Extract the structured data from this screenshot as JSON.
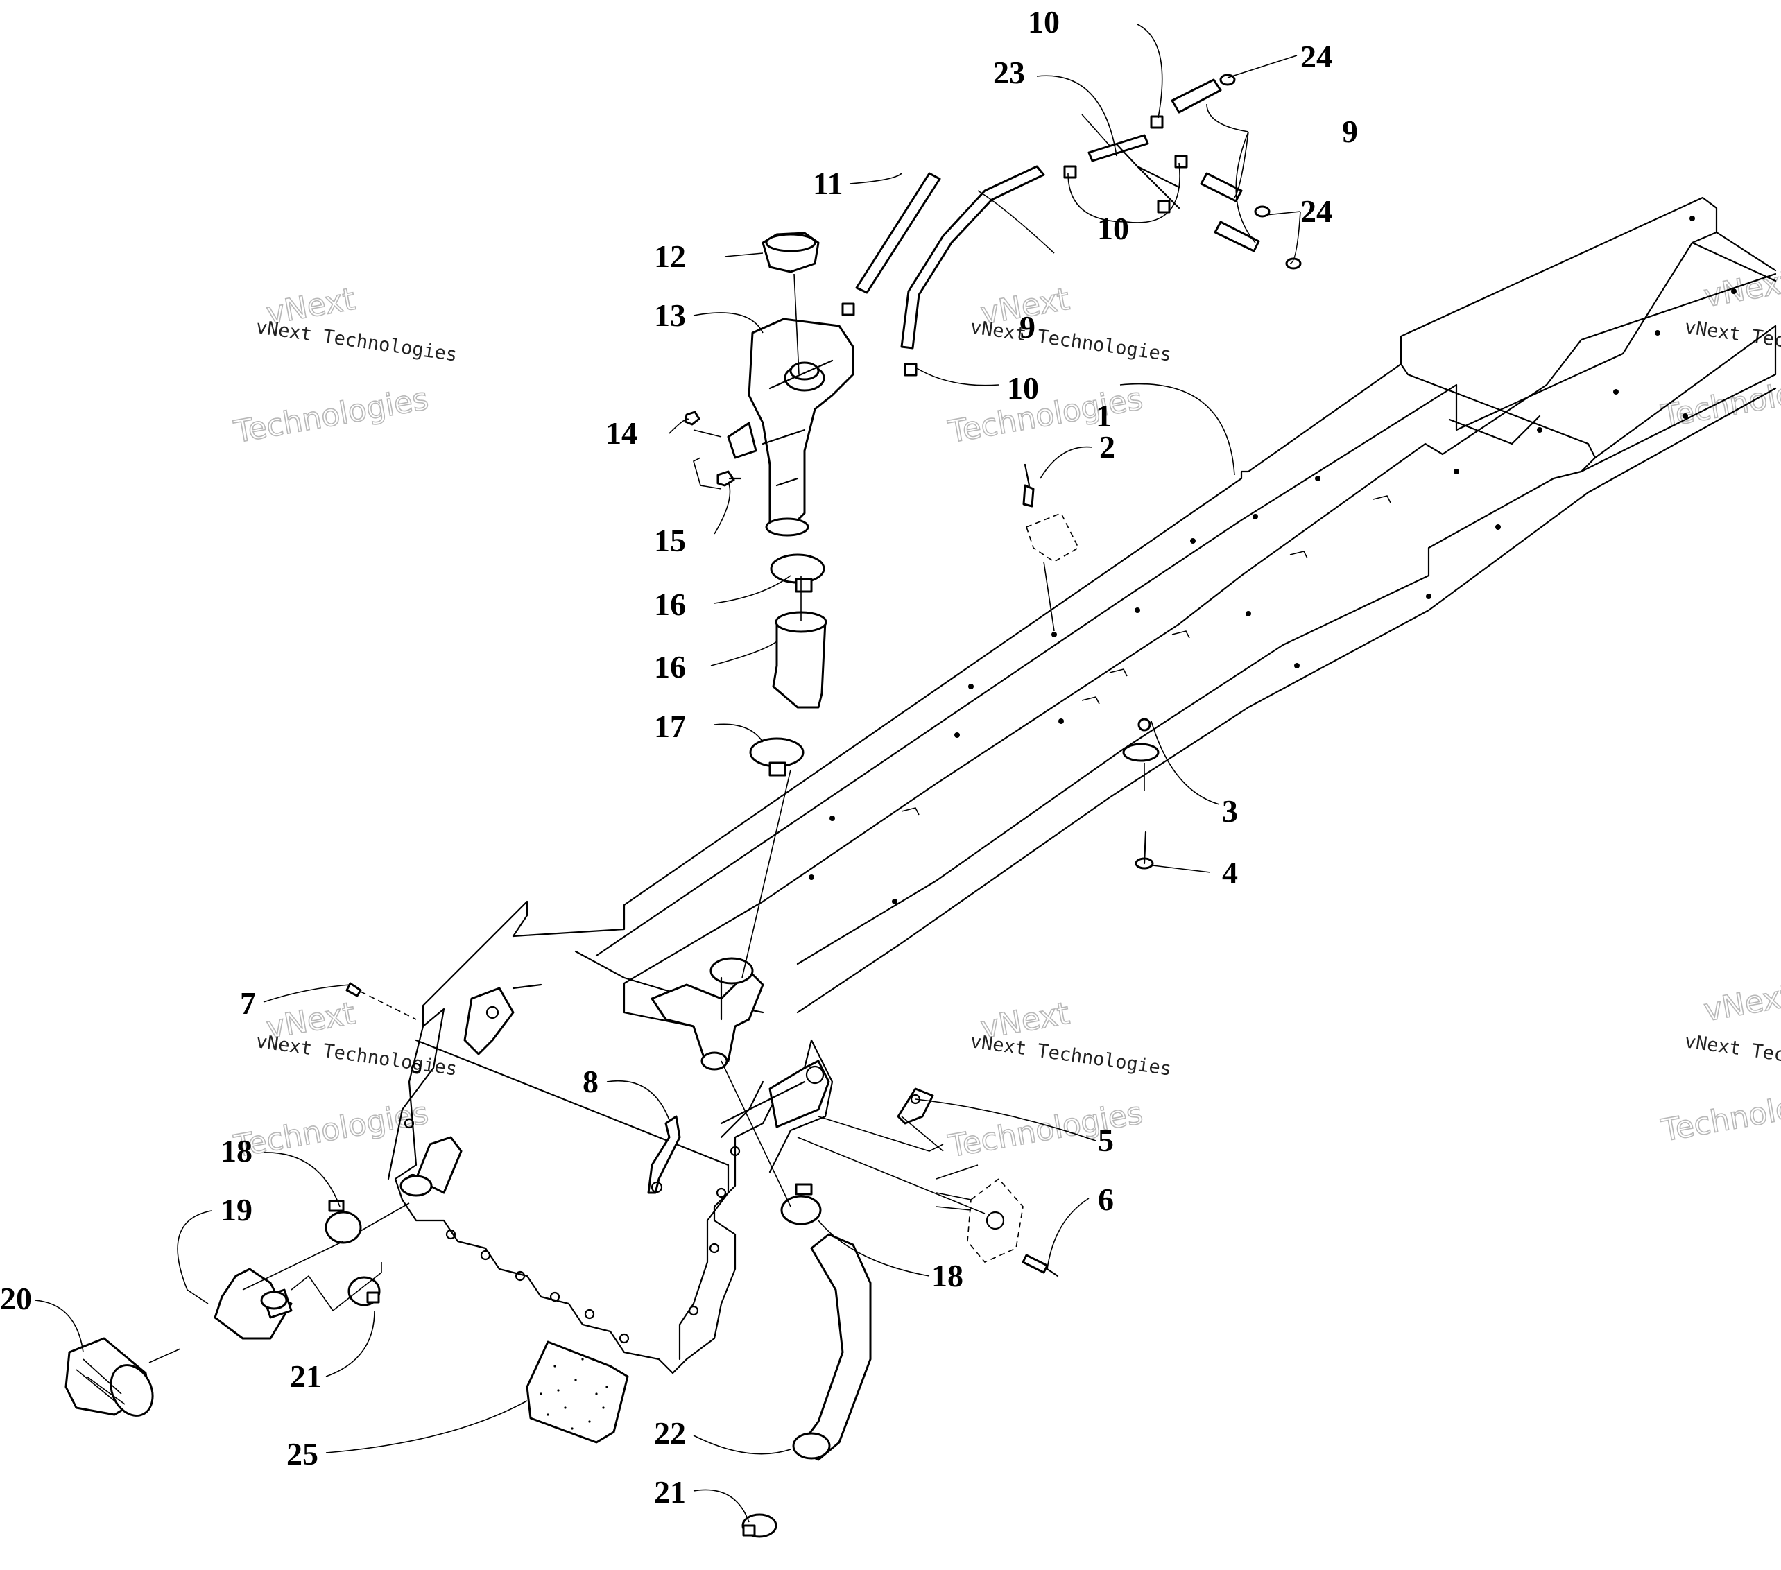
{
  "watermark": {
    "brand": "vNext",
    "company": "vNext Technologies",
    "word": "Technologies"
  },
  "callouts": [
    {
      "id": "c1",
      "label": "1"
    },
    {
      "id": "c2",
      "label": "2"
    },
    {
      "id": "c3",
      "label": "3"
    },
    {
      "id": "c4",
      "label": "4"
    },
    {
      "id": "c5",
      "label": "5"
    },
    {
      "id": "c6",
      "label": "6"
    },
    {
      "id": "c7",
      "label": "7"
    },
    {
      "id": "c8",
      "label": "8"
    },
    {
      "id": "c9a",
      "label": "9"
    },
    {
      "id": "c9b",
      "label": "9"
    },
    {
      "id": "c10a",
      "label": "10"
    },
    {
      "id": "c10b",
      "label": "10"
    },
    {
      "id": "c10c",
      "label": "10"
    },
    {
      "id": "c11",
      "label": "11"
    },
    {
      "id": "c12",
      "label": "12"
    },
    {
      "id": "c13",
      "label": "13"
    },
    {
      "id": "c14",
      "label": "14"
    },
    {
      "id": "c15",
      "label": "15"
    },
    {
      "id": "c16a",
      "label": "16"
    },
    {
      "id": "c16b",
      "label": "16"
    },
    {
      "id": "c17",
      "label": "17"
    },
    {
      "id": "c18a",
      "label": "18"
    },
    {
      "id": "c18b",
      "label": "18"
    },
    {
      "id": "c19",
      "label": "19"
    },
    {
      "id": "c20",
      "label": "20"
    },
    {
      "id": "c21a",
      "label": "21"
    },
    {
      "id": "c21b",
      "label": "21"
    },
    {
      "id": "c22",
      "label": "22"
    },
    {
      "id": "c23",
      "label": "23"
    },
    {
      "id": "c24a",
      "label": "24"
    },
    {
      "id": "c24b",
      "label": "24"
    },
    {
      "id": "c25",
      "label": "25"
    }
  ]
}
